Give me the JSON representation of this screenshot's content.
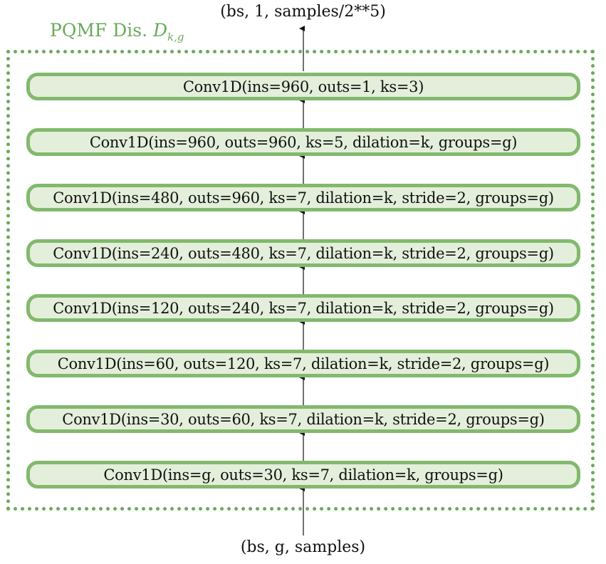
{
  "diagram": {
    "output_shape": "(bs, 1, samples/2**5)",
    "input_shape": "(bs, g, samples)",
    "title_text": "PQMF Dis.",
    "title_symbol": "D",
    "title_subscript": "k,g",
    "frame_color": "#6aaa5a",
    "block_border_color": "#82b96d",
    "block_fill_color": "#e3efda",
    "layers": [
      "Conv1D(ins=960, outs=1, ks=3)",
      "Conv1D(ins=960, outs=960, ks=5, dilation=k, groups=g)",
      "Conv1D(ins=480, outs=960, ks=7, dilation=k, stride=2, groups=g)",
      "Conv1D(ins=240, outs=480, ks=7, dilation=k, stride=2, groups=g)",
      "Conv1D(ins=120, outs=240, ks=7, dilation=k, stride=2, groups=g)",
      "Conv1D(ins=60, outs=120, ks=7, dilation=k, stride=2, groups=g)",
      "Conv1D(ins=30, outs=60, ks=7, dilation=k, stride=2, groups=g)",
      "Conv1D(ins=g, outs=30, ks=7, dilation=k, groups=g)"
    ]
  }
}
